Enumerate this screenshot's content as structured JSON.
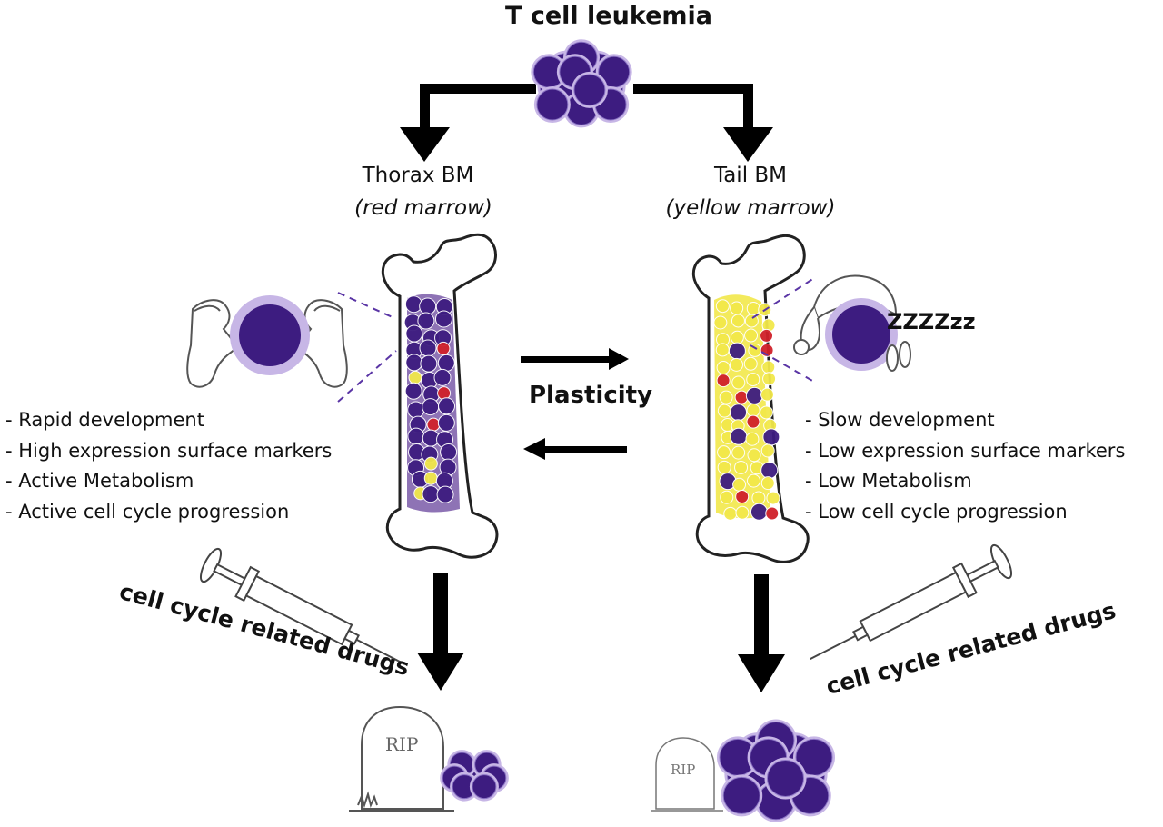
{
  "title": "T cell leukemia",
  "left": {
    "site": "Thorax BM",
    "marrow": "(red marrow)",
    "traits": [
      "- Rapid development",
      "- High expression surface markers",
      "- Active Metabolism",
      "- Active cell cycle progression"
    ],
    "drug_label": "cell cycle related drugs",
    "tombstone_text": "RIP"
  },
  "right": {
    "site": "Tail BM",
    "marrow": "(yellow marrow)",
    "traits": [
      "- Slow development",
      "- Low expression surface markers",
      "- Low Metabolism",
      "- Low cell cycle progression"
    ],
    "drug_label": "cell cycle related drugs",
    "tombstone_text": "RIP",
    "sleep_text": "ZZZZzz"
  },
  "center": {
    "label": "Plasticity"
  },
  "colors": {
    "cell": "#3d1c80",
    "cell_halo": "#c7b6e6",
    "red_marrow": "#d0202a",
    "yellow_marrow": "#f2e84a",
    "arrow": "#000000"
  },
  "icons": [
    "muscle-arms-icon",
    "sleep-cap-icon",
    "syringe-icon",
    "tombstone-icon",
    "cell-cluster-icon",
    "bone-icon"
  ]
}
